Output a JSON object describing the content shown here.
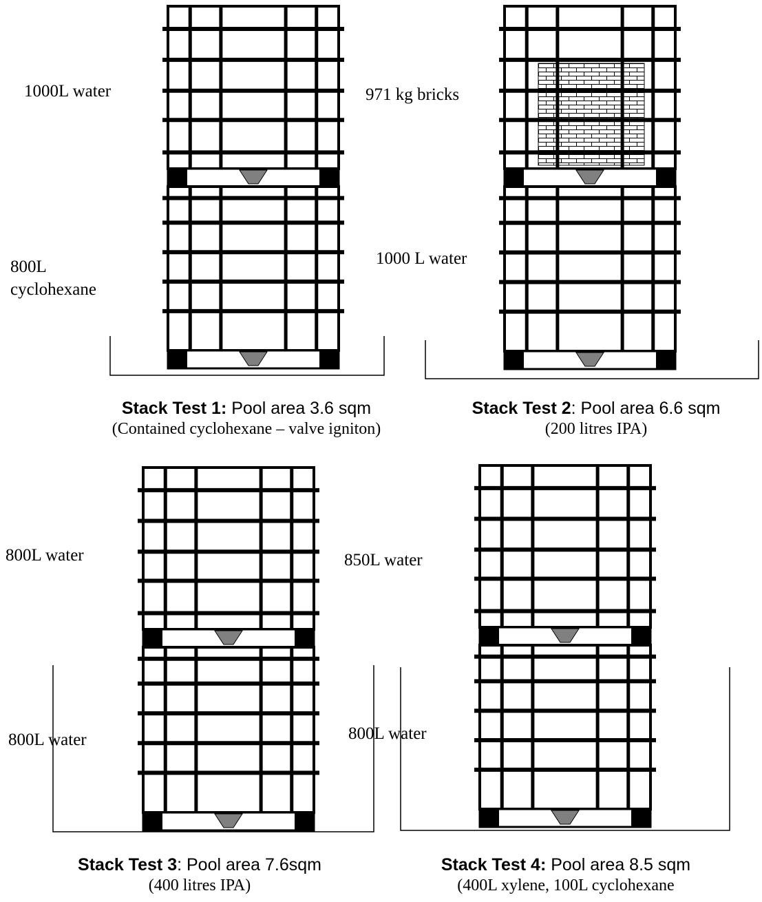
{
  "colors": {
    "frame": "#000000",
    "valve": "#808080",
    "background": "#ffffff"
  },
  "tests": [
    {
      "id": "test1",
      "has_bricks": false,
      "upper_label": "1000L water",
      "lower_label": "800L cyclohexane",
      "lower_label_lines": [
        "800L",
        "cyclohexane"
      ],
      "caption_bold": "Stack Test 1:",
      "caption_rest": " Pool area 3.6 sqm",
      "caption_sub": "(Contained cyclohexane – valve igniton)"
    },
    {
      "id": "test2",
      "has_bricks": true,
      "upper_label": "971 kg bricks",
      "lower_label": "1000 L water",
      "lower_label_lines": [
        "1000 L water"
      ],
      "caption_bold": "Stack Test 2",
      "caption_rest": ":  Pool area 6.6 sqm",
      "caption_sub": "(200 litres  IPA)"
    },
    {
      "id": "test3",
      "has_bricks": false,
      "upper_label": "800L water",
      "lower_label": "800L water",
      "lower_label_lines": [
        "800L water"
      ],
      "caption_bold": "Stack Test 3",
      "caption_rest": ": Pool area 7.6sqm",
      "caption_sub": "(400 litres  IPA)"
    },
    {
      "id": "test4",
      "has_bricks": false,
      "upper_label": "850L water",
      "lower_label": "800L water",
      "lower_label_lines": [
        "800L water"
      ],
      "caption_bold": "Stack Test 4:",
      "caption_rest": " Pool area 8.5 sqm",
      "caption_sub": "(400L xylene, 100L cyclohexane"
    }
  ]
}
